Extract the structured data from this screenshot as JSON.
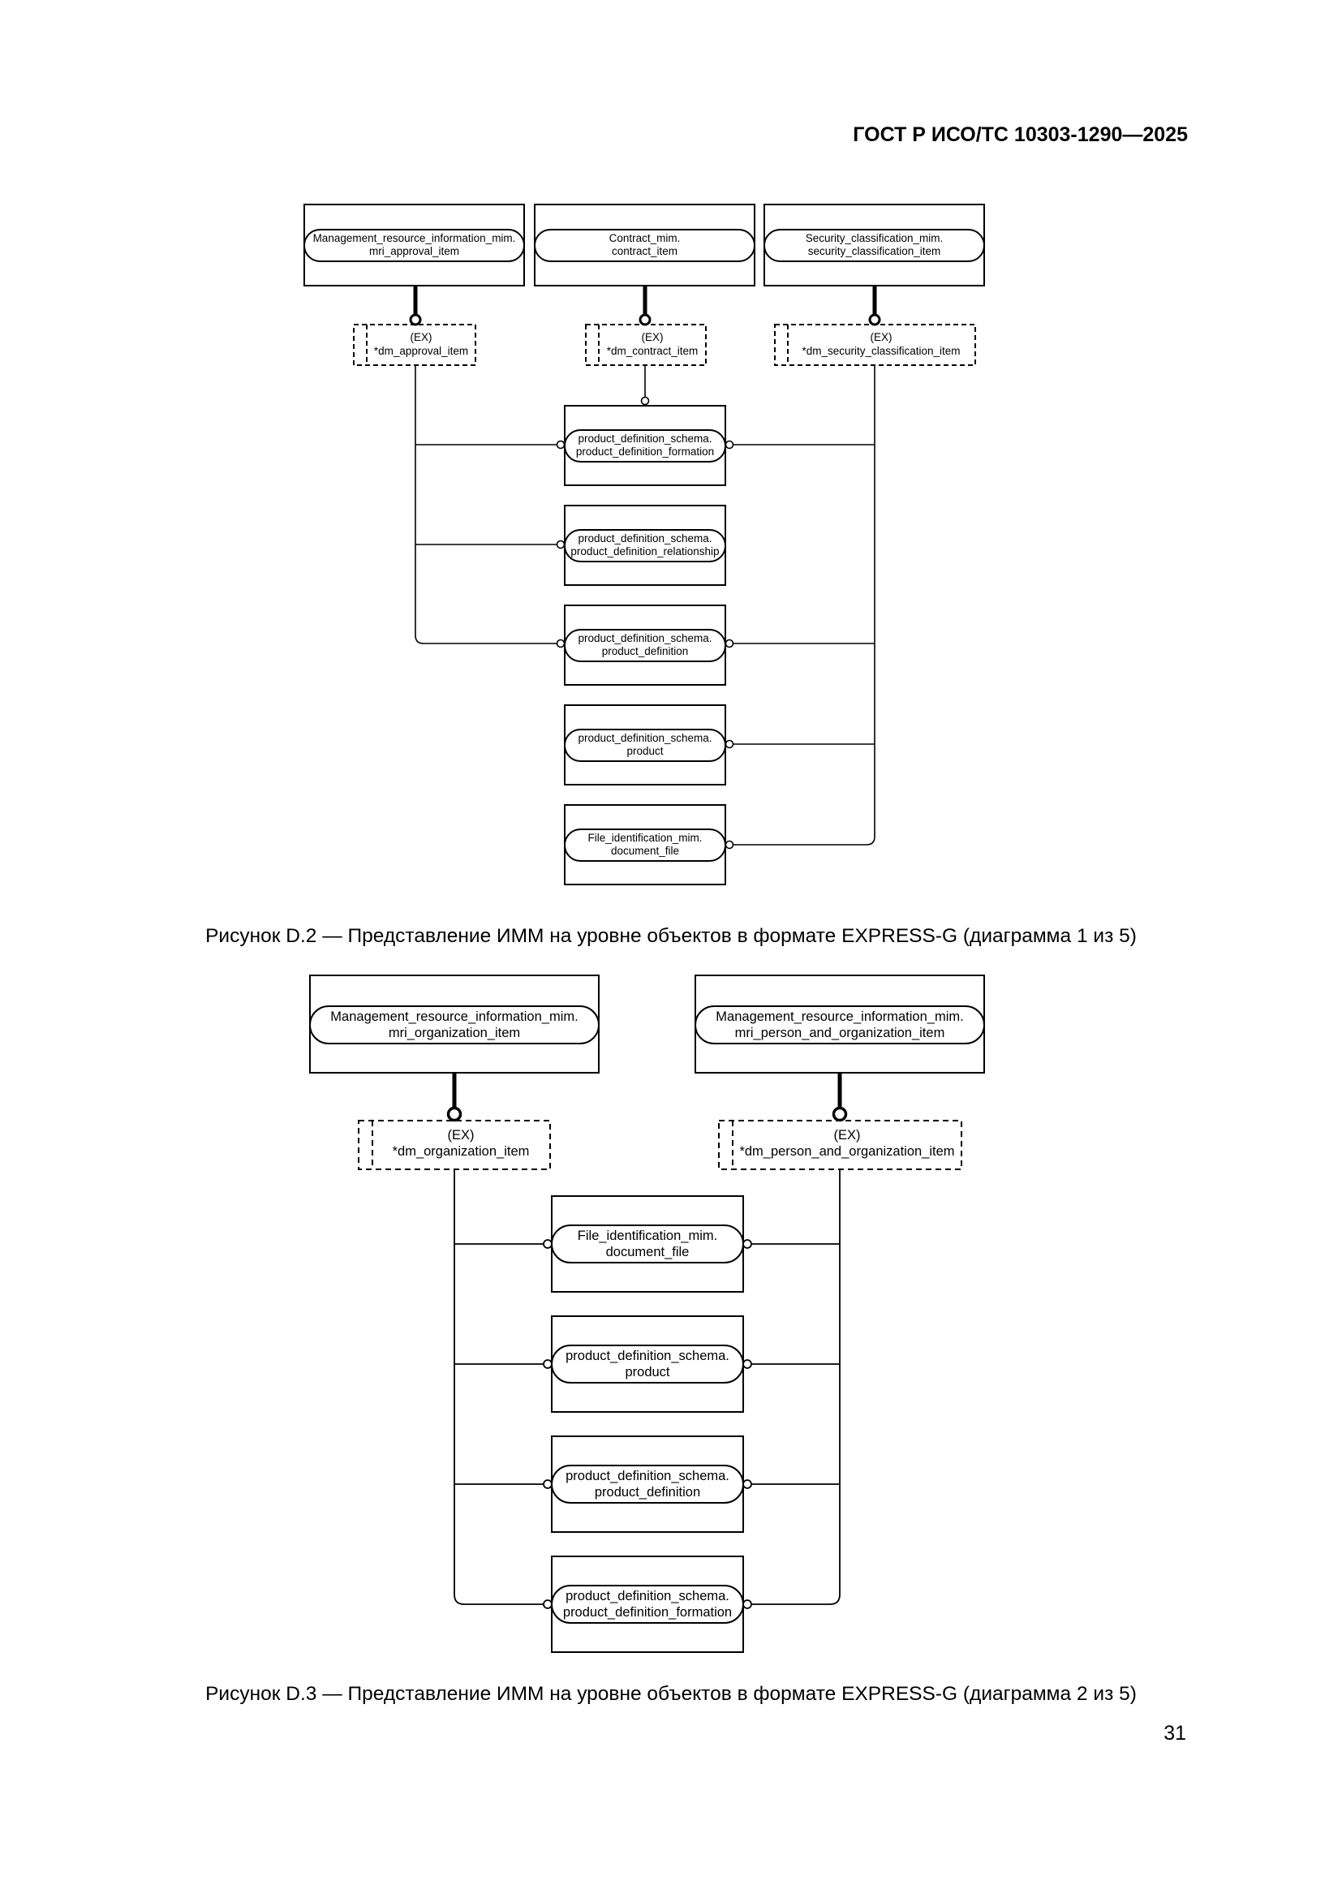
{
  "header": {
    "standard": "ГОСТ Р ИСО/ТС 10303-1290—2025"
  },
  "figure1": {
    "caption": "Рисунок D.2 — Представление ИММ на уровне объектов в формате EXPRESS-G (диаграмма 1 из 5)",
    "top_entities": [
      {
        "line1": "Management_resource_information_mim.",
        "line2": "mri_approval_item"
      },
      {
        "line1": "Contract_mim.",
        "line2": "contract_item"
      },
      {
        "line1": "Security_classification_mim.",
        "line2": "security_classification_item"
      }
    ],
    "select_types": [
      {
        "tag": "(EX)",
        "name": "*dm_approval_item"
      },
      {
        "tag": "(EX)",
        "name": "*dm_contract_item"
      },
      {
        "tag": "(EX)",
        "name": "*dm_security_classification_item"
      }
    ],
    "entities": [
      {
        "line1": "product_definition_schema.",
        "line2": "product_definition_formation"
      },
      {
        "line1": "product_definition_schema.",
        "line2": "product_definition_relationship"
      },
      {
        "line1": "product_definition_schema.",
        "line2": "product_definition"
      },
      {
        "line1": "product_definition_schema.",
        "line2": "product"
      },
      {
        "line1": "File_identification_mim.",
        "line2": "document_file"
      }
    ]
  },
  "figure2": {
    "caption": "Рисунок D.3 — Представление ИММ на уровне объектов в формате EXPRESS-G (диаграмма 2 из 5)",
    "top_entities": [
      {
        "line1": "Management_resource_information_mim.",
        "line2": "mri_organization_item"
      },
      {
        "line1": "Management_resource_information_mim.",
        "line2": "mri_person_and_organization_item"
      }
    ],
    "select_types": [
      {
        "tag": "(EX)",
        "name": "*dm_organization_item"
      },
      {
        "tag": "(EX)",
        "name": "*dm_person_and_organization_item"
      }
    ],
    "entities": [
      {
        "line1": "File_identification_mim.",
        "line2": "document_file"
      },
      {
        "line1": "product_definition_schema.",
        "line2": "product"
      },
      {
        "line1": "product_definition_schema.",
        "line2": "product_definition"
      },
      {
        "line1": "product_definition_schema.",
        "line2": "product_definition_formation"
      }
    ]
  },
  "page": {
    "number": "31"
  }
}
